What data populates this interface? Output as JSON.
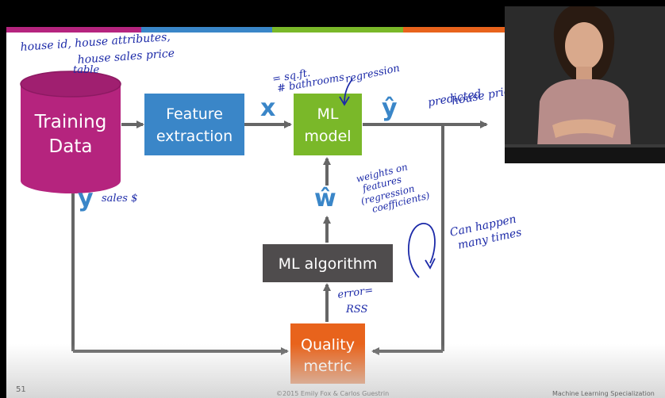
{
  "boxes": {
    "training_data": [
      "Training",
      "Data"
    ],
    "feature_extraction": [
      "Feature",
      "extraction"
    ],
    "ml_model": [
      "ML",
      "model"
    ],
    "ml_algorithm": "ML algorithm",
    "quality_metric": [
      "Quality",
      "metric"
    ]
  },
  "symbols": {
    "x": "x",
    "y_hat": "ŷ",
    "w_hat": "ŵ",
    "y": "y"
  },
  "annotations": {
    "training_data_note": [
      "house id, house attributes,",
      "house sales price",
      "table"
    ],
    "features_note": [
      "= sq.ft.",
      "# bathrooms"
    ],
    "model_note": "regression",
    "prediction_note": [
      "predicted",
      "house price"
    ],
    "y_note": "sales $",
    "weights_note": [
      "weights on",
      "features",
      "(regression",
      "coefficients)"
    ],
    "iteration_note": [
      "Can happen",
      "many times"
    ],
    "error_note": [
      "error=",
      "RSS"
    ]
  },
  "footer": {
    "slide_number": "51",
    "copyright": "©2015 Emily Fox & Carlos Guestrin",
    "course": "Machine Learning Specialization"
  },
  "colors": {
    "purple": "#b5247e",
    "blue": "#3a86c8",
    "green": "#7ab829",
    "orange": "#e8631c",
    "gray": "#4f4c4d",
    "arrow": "#666666",
    "ink": "#1c2aa8"
  }
}
